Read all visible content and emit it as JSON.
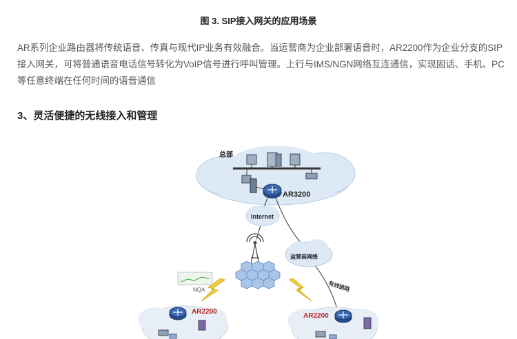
{
  "figure": {
    "caption": "图 3. SIP接入网关的应用场景"
  },
  "paragraph": {
    "text": "AR系列企业路由器将传统语音、传真与现代IP业务有效融合。当运营商为企业部署语音时，AR2200作为企业分支的SIP接入网关，可将普通语音电话信号转化为VoIP信号进行呼叫管理。上行与IMS/NGN网络互连通信，实现固话、手机、PC等任意终端在任何时间的语音通信"
  },
  "section": {
    "heading": "3、灵活便捷的无线接入和管理"
  },
  "diagram": {
    "hq_label": "总部",
    "core_router_label": "AR3200",
    "internet_label": "Internet",
    "carrier_label": "运营商网络",
    "nqa_label": "NQA",
    "wired_label": "有线链路",
    "branch_left_router_label": "AR2200",
    "branch_right_router_label": "AR2200"
  },
  "colors": {
    "cloud": "#dde9f5",
    "cloud_edge": "#b6cde6",
    "router": "#2a4f91",
    "link": "#555555",
    "lightning": "#f3d13a",
    "hexgrid": "#8fb2de"
  }
}
